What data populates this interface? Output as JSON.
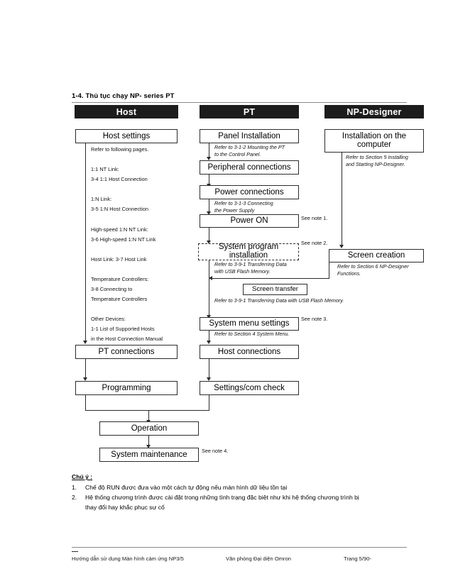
{
  "document": {
    "section_title": "1-4. Thủ tục chạy NP- series PT"
  },
  "columns": {
    "host": {
      "header": "Host"
    },
    "pt": {
      "header": "PT"
    },
    "np_designer": {
      "header": "NP-Designer"
    }
  },
  "flow": {
    "host_settings": "Host settings",
    "host_settings_body": "Refer to following pages.\n\n1:1 NT Link:\n3-4 1:1 Host Connection\n\n1:N Link:\n3-5 1:N Host Connection\n\nHigh-speed 1:N NT Link:\n3-6 High-speed 1:N NT Link\n\nHost Link: 3-7 Host Link\n\nTemperature Controllers:\n3-8 Connecting to\nTemperature Controllers\n\nOther Devices:\n1-1 List of Supported Hosts\nin the Host Connection Manual",
    "pt_connections": "PT connections",
    "programming": "Programming",
    "panel_installation": "Panel Installation",
    "panel_installation_ref": "Refer to 3-1-2 Mounting the PT\nto the Control Panel.",
    "peripheral_connections": "Peripheral connections",
    "power_connections": "Power connections",
    "power_connections_ref": "Refer to 3-1-3 Connecting\nthe Power Supply",
    "power_on": "Power ON",
    "system_program_installation_line1": "System program",
    "system_program_installation_line2": "installation",
    "system_program_ref": "Refer to 3-9-1 Transferring Data\nwith USB Flash Memory.",
    "screen_transfer": "Screen transfer",
    "screen_transfer_ref": "Refer to 3-9-1 Transferring Data with USB Flash Memory.",
    "system_menu_settings": "System menu settings",
    "system_menu_ref": "Refer to Section 4 System Menu.",
    "host_connections": "Host connections",
    "settings_com_check": "Settings/com check",
    "installation_on_computer_line1": "Installation on the",
    "installation_on_computer_line2": "computer",
    "installation_ref": "Refer to Section 5 Installing\nand Starting NP-Designer.",
    "screen_creation": "Screen creation",
    "screen_creation_ref": "Refer to Section 6 NP-Designer\nFunctions.",
    "operation": "Operation",
    "system_maintenance": "System maintenance",
    "note_tag_1": "See note 1.",
    "note_tag_2": "See note 2.",
    "note_tag_3": "See note 3.",
    "note_tag_4": "See note 4."
  },
  "notes": {
    "heading": "Chú ý :",
    "items": [
      {
        "num": "1.",
        "text": "Chế độ RUN được đưa vào một cách tự động nếu màn hình dữ liệu tồn tại"
      },
      {
        "num": "2.",
        "text": "Hệ thống chương trình được cài đặt trong những tình trạng đặc biệt như khi hệ thống chương trình bị"
      },
      {
        "num": "",
        "text": "thay đổi hay khắc phục sự cố"
      }
    ]
  },
  "footer": {
    "left": "Hướng dẫn sử dụng Màn hình cảm ứng NP3/5",
    "center": "Văn phòng Đại diện Omron",
    "right": "Trang 5/90-"
  }
}
